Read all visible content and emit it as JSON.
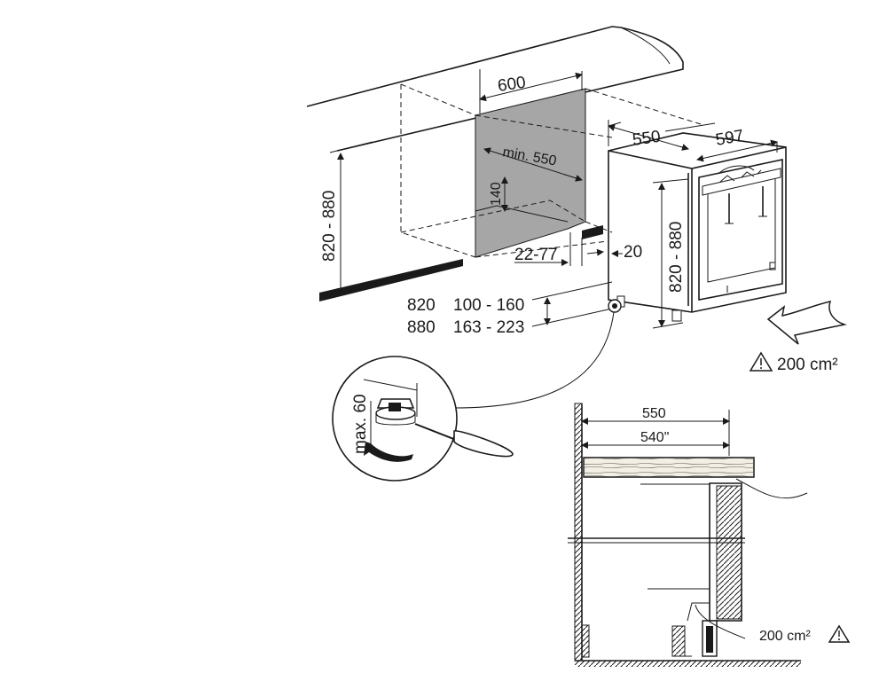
{
  "main_view": {
    "niche_width": "600",
    "niche_min_depth": "min. 550",
    "niche_depth_140": "140",
    "cabinet_height": "820 - 880",
    "appliance_depth": "550",
    "appliance_width": "597",
    "appliance_height": "820 - 880",
    "plinth_offset": "22-77",
    "side_gap": "20",
    "height_table": [
      {
        "height": "820",
        "range": "100 - 160"
      },
      {
        "height": "880",
        "range": "163 - 223"
      }
    ],
    "ventilation": "200 cm²"
  },
  "detail_view": {
    "foot_adjust": "max. 60"
  },
  "section_view": {
    "depth_total": "550",
    "depth_inner": "540\"",
    "ventilation": "200 cm²"
  },
  "colors": {
    "line": "#1a1a1a",
    "wall_fill": "#a6a6a6",
    "wood": "#f3efe4"
  }
}
